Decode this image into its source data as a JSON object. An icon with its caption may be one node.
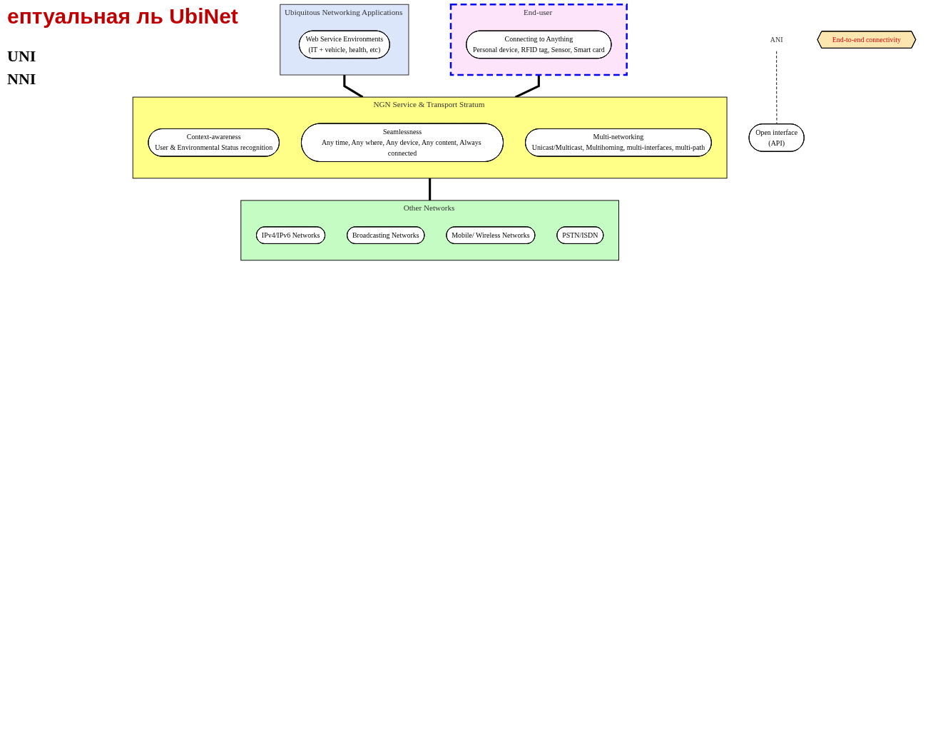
{
  "diagram": {
    "title": "ептуальная ль UbiNet",
    "nodes": [
      {
        "text": [
          "Ubiquitous Networking Applications"
        ]
      },
      {
        "text": [
          "Web Service Environments",
          "(IT + vehicle, health, etc)"
        ],
        "in": 0
      },
      {
        "text": [
          "ANI"
        ]
      },
      {
        "text": [
          "Open interface",
          "(API)"
        ]
      },
      {
        "text": [
          "End-user"
        ]
      },
      {
        "text": [
          "Connecting to Anything",
          "Personal device, RFID tag, Sensor, Smart card"
        ],
        "in": 4
      },
      {
        "text": [
          "NGN Service & Transport Stratum"
        ]
      },
      {
        "text": [
          "Context-awareness",
          "User & Environmental Status recognition"
        ],
        "in": 6
      },
      {
        "text": [
          "Seamlessness",
          "Any time, Any where, Any device, Any content, Always connected"
        ],
        "in": 6
      },
      {
        "text": [
          "Multi-networking",
          "Unicast/Multicast, Multihoming, multi-interfaces, multi-path"
        ],
        "in": 6
      },
      {
        "text": [
          "Other Networks"
        ]
      },
      {
        "text": [
          "IPv4/IPv6 Networks"
        ],
        "in": 10
      },
      {
        "text": [
          "Broadcasting Networks"
        ],
        "in": 10
      },
      {
        "text": [
          "Mobile/ Wireless Networks"
        ],
        "in": 10
      },
      {
        "text": [
          "PSTN/ISDN"
        ],
        "in": 10
      },
      {
        "text": [
          "End-to-end connectivity"
        ]
      }
    ],
    "edges": [
      {
        "from": 0,
        "to": 6,
        "arrow": "none"
      },
      {
        "from": 2,
        "to": 3,
        "arrow": "none",
        "style": "dashed"
      },
      {
        "from": 4,
        "to": 6,
        "arrow": "none"
      },
      {
        "from": 6,
        "to": 10,
        "arrow": "none"
      }
    ],
    "labels": [
      "UNI",
      "NNI"
    ]
  }
}
